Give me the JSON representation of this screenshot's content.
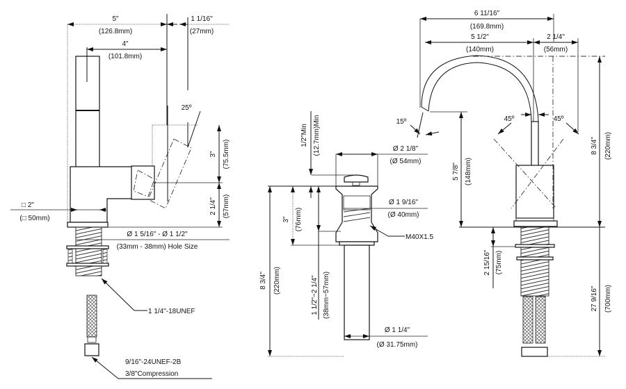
{
  "views": {
    "side_view": {
      "name": "faucet-side-view",
      "dimensions": {
        "overall_reach": {
          "imperial": "5\"",
          "metric": "(126.8mm)"
        },
        "spout_to_handle": {
          "imperial": "1 1/16\"",
          "metric": "(27mm)"
        },
        "spout_reach": {
          "imperial": "4\"",
          "metric": "(101.8mm)"
        },
        "handle_angle": {
          "value": "25º"
        },
        "handle_height": {
          "imperial": "3\"",
          "metric": "(75.5mm)"
        },
        "base_to_handle": {
          "imperial": "2 1/4\"",
          "metric": "(57mm)"
        },
        "base_square": {
          "imperial": "□ 2\"",
          "metric": "(□ 50mm)"
        },
        "hole_size": {
          "imperial": "Ø 1 5/16\" - Ø 1 1/2\"",
          "metric": "(33mm - 38mm) Hole Size"
        }
      },
      "callouts": {
        "shank_thread": "1 1/4\"-18UNEF",
        "supply_thread": "9/16\"-24UNEF-2B",
        "compression": "3/8\"Compression"
      }
    },
    "drain_view": {
      "name": "pop-up-drain-view",
      "dimensions": {
        "stopper_lift": {
          "imperial": "1/2\"Min",
          "metric": "(12.7mm)Min"
        },
        "cap_diameter": {
          "imperial": "Ø 2 1/8\"",
          "metric": "(Ø 54mm)"
        },
        "body_diameter": {
          "imperial": "Ø 1 9/16\"",
          "metric": "(Ø 40mm)"
        },
        "body_height": {
          "imperial": "3\"",
          "metric": "(76mm)"
        },
        "overall_length": {
          "imperial": "8 3/4\"",
          "metric": "(220mm)"
        },
        "thread_range": {
          "imperial": "1 1/2\"~2 1/4\"",
          "metric": "(38mm~57mm)"
        },
        "tailpiece_diameter": {
          "imperial": "Ø 1 1/4\"",
          "metric": "(Ø 31.75mm)"
        }
      },
      "callouts": {
        "drain_thread": "M40X1.5"
      }
    },
    "front_view": {
      "name": "gooseneck-front-view",
      "dimensions": {
        "overall_width": {
          "imperial": "6 11/16\"",
          "metric": "(169.8mm)"
        },
        "spout_reach": {
          "imperial": "5 1/2\"",
          "metric": "(140mm)"
        },
        "handle_offset": {
          "imperial": "2 1/4\"",
          "metric": "(56mm)"
        },
        "spout_tilt": {
          "value": "15º"
        },
        "handle_angle_left": {
          "value": "45º"
        },
        "handle_angle_right": {
          "value": "45º"
        },
        "spout_height": {
          "imperial": "5 7/8\"",
          "metric": "(148mm)"
        },
        "overall_height": {
          "imperial": "8 3/4\"",
          "metric": "(220mm)"
        },
        "max_deck": {
          "imperial": "2 15/16\"",
          "metric": "(75mm)"
        },
        "hose_length": {
          "imperial": "27 9/16\"",
          "metric": "(700mm)"
        }
      }
    }
  }
}
